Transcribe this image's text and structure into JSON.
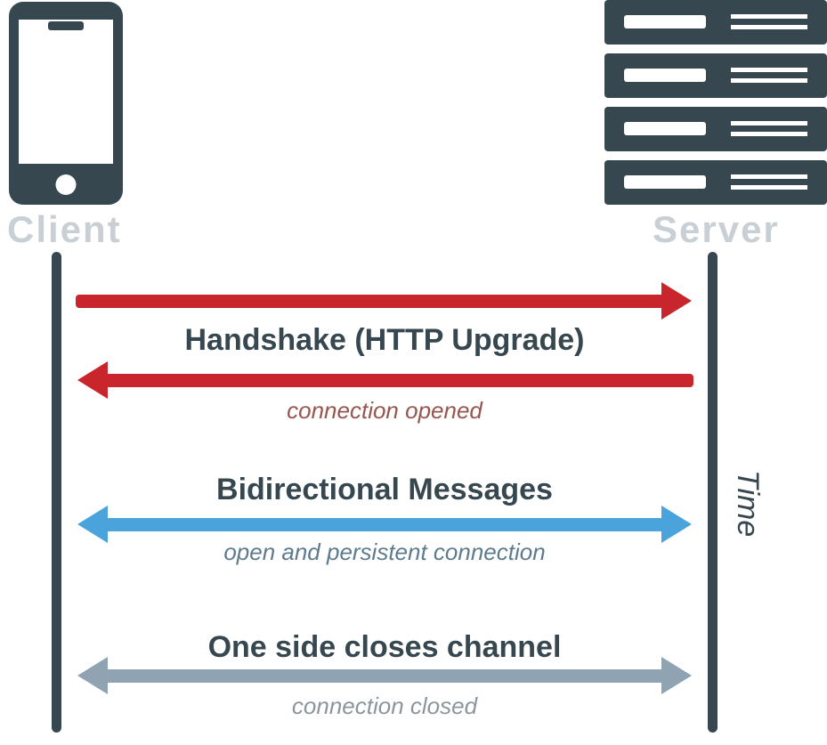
{
  "diagram": {
    "actors": {
      "client": {
        "label": "Client",
        "icon": "smartphone-icon"
      },
      "server": {
        "label": "Server",
        "icon": "server-rack-icon"
      }
    },
    "time_axis_label": "Time",
    "steps": [
      {
        "name": "handshake",
        "title": "Handshake (HTTP Upgrade)",
        "subtitle": "connection opened",
        "arrows": [
          "client-to-server",
          "server-to-client"
        ],
        "arrow_color": "#c9252d"
      },
      {
        "name": "bidirectional-messages",
        "title": "Bidirectional Messages",
        "subtitle": "open and persistent connection",
        "arrows": [
          "bidirectional"
        ],
        "arrow_color": "#4aa3da"
      },
      {
        "name": "close-channel",
        "title": "One side closes channel",
        "subtitle": "connection closed",
        "arrows": [
          "bidirectional"
        ],
        "arrow_color": "#8fa3b2"
      }
    ],
    "colors": {
      "dark_slate": "#37474f",
      "red": "#c9252d",
      "blue": "#4aa3da",
      "gray_arrow": "#8fa3b2",
      "actor_label": "#c8d0d6",
      "subtitle_red": "#96564f",
      "subtitle_blue": "#5d7b8d",
      "subtitle_gray": "#8d959c"
    }
  }
}
